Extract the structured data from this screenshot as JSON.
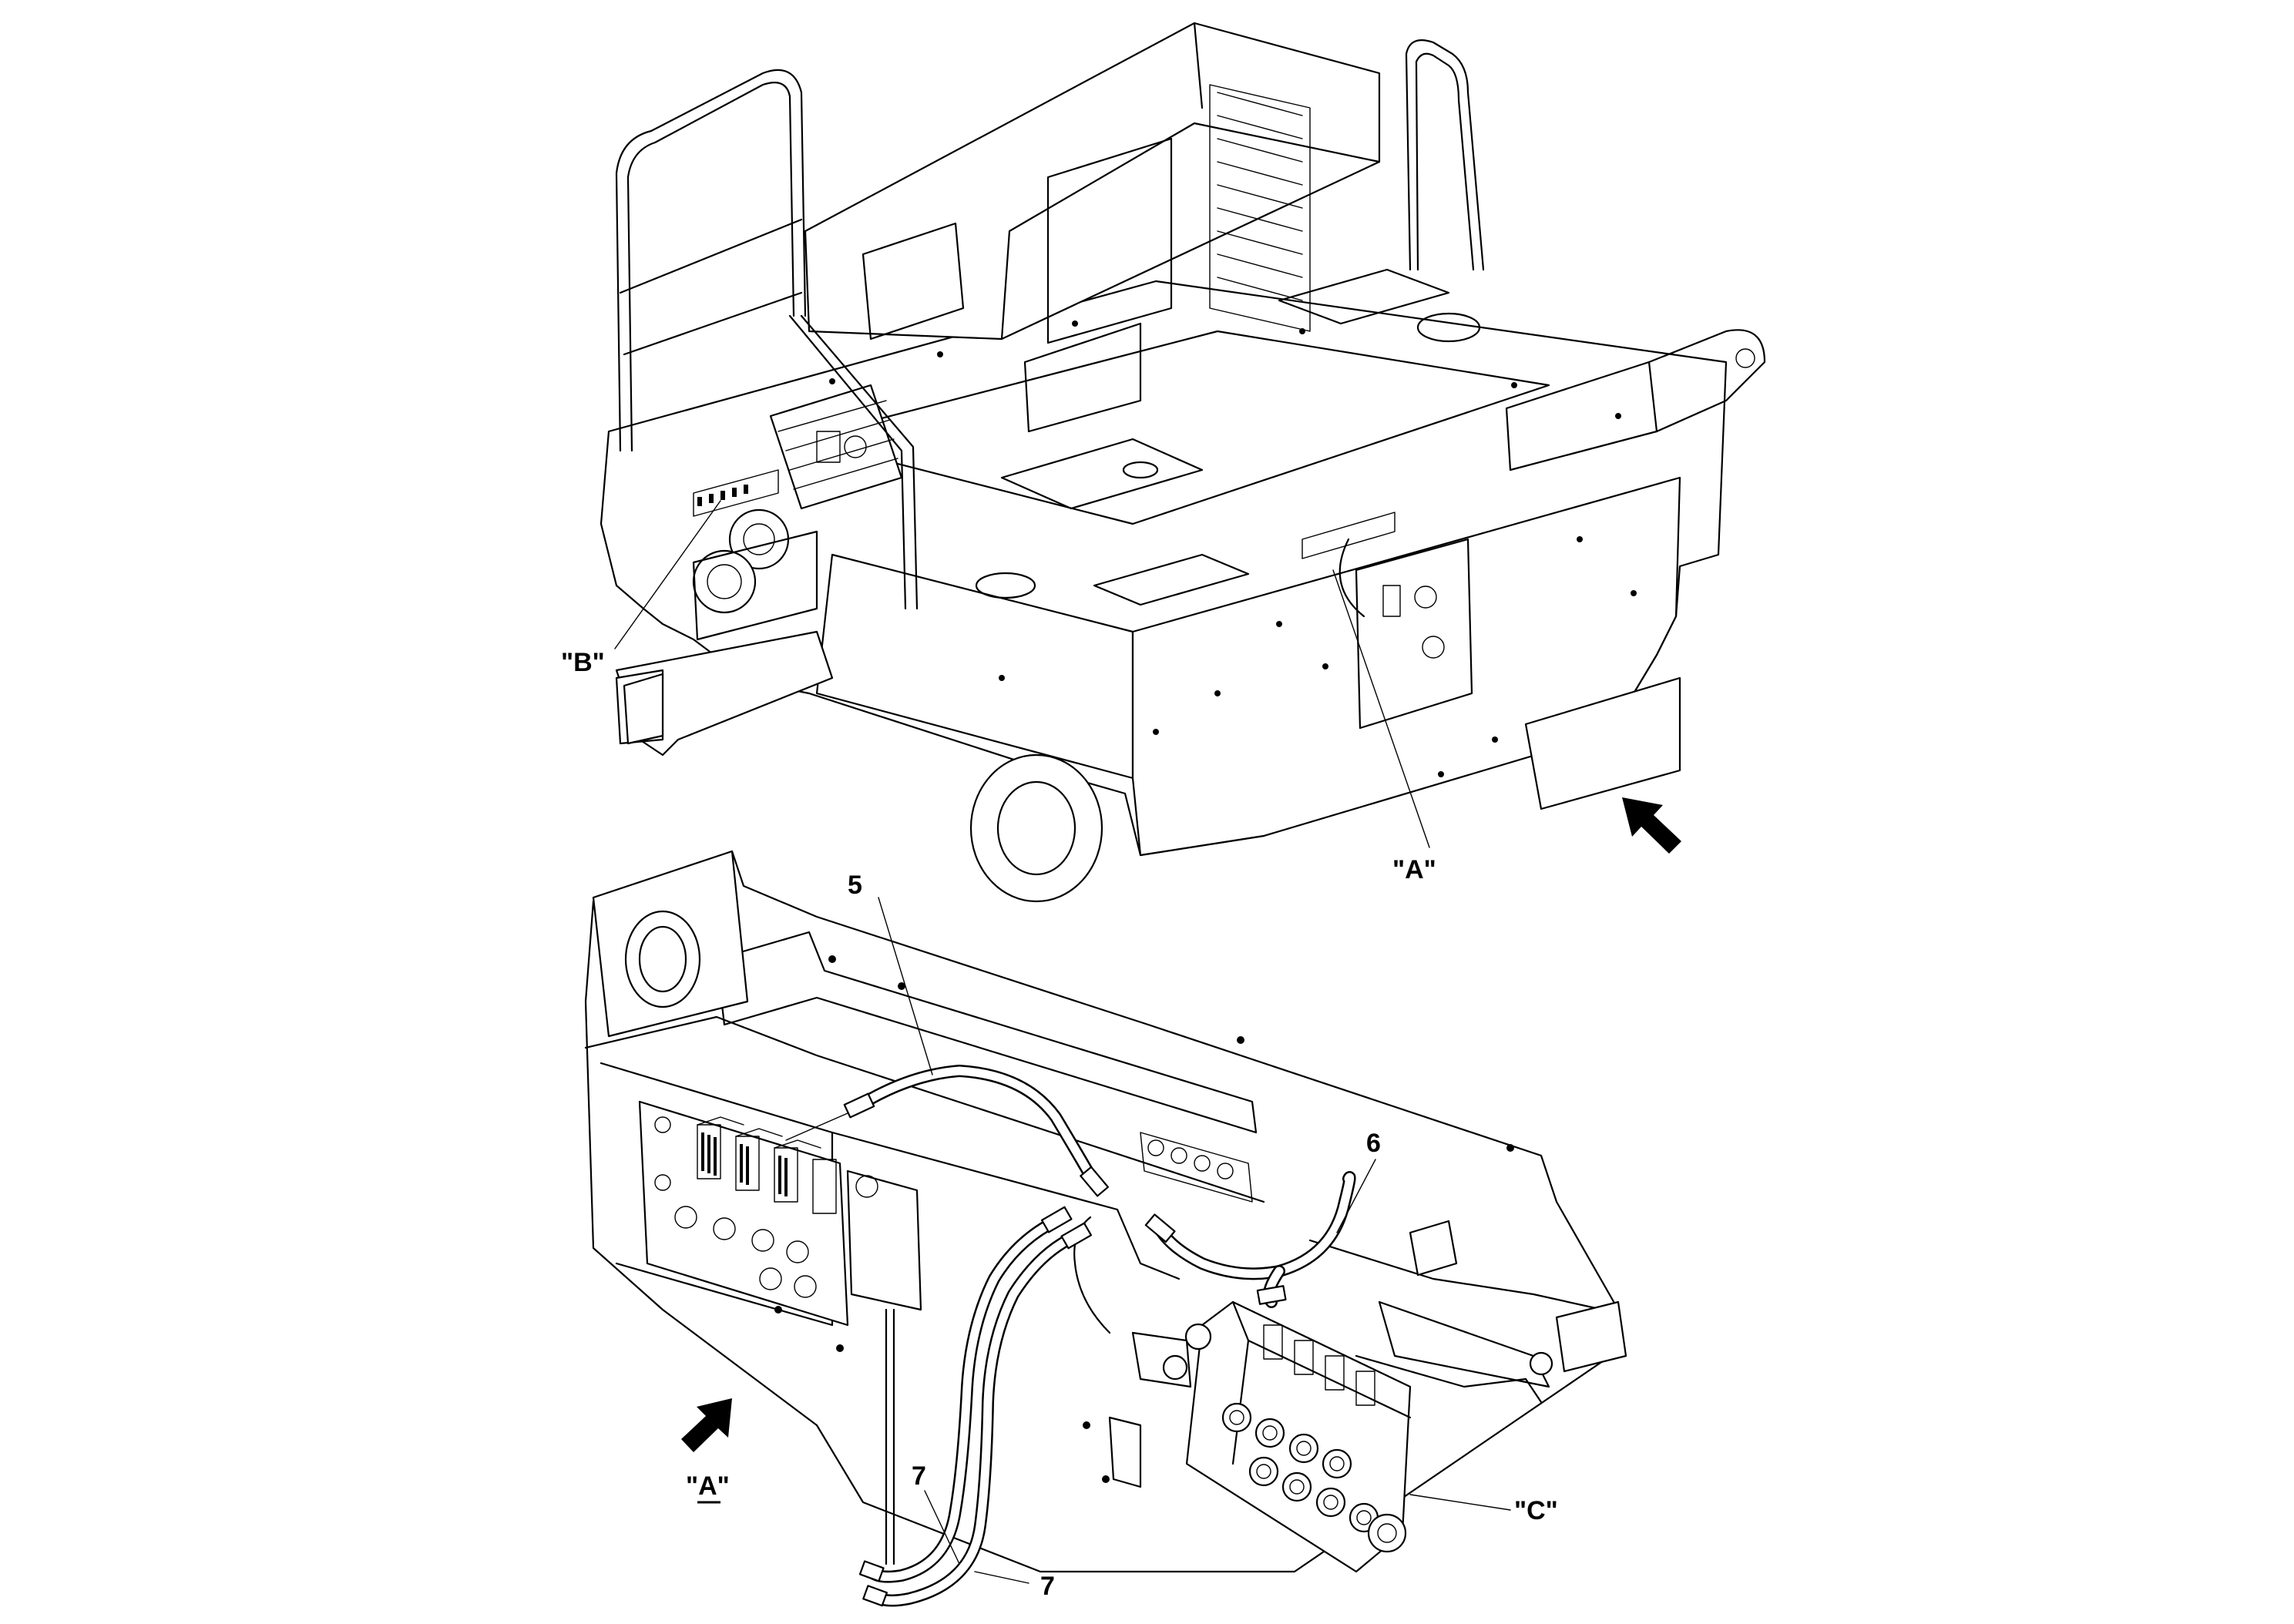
{
  "labels": {
    "A_top": "\"A\"",
    "B": "\"B\"",
    "C": "\"C\"",
    "A_view": "\"A\"",
    "item5": "5",
    "item6": "6",
    "item7a": "7",
    "item7b": "7"
  },
  "icons": {
    "view_arrow_top": "view-direction-arrow",
    "view_arrow_bottom": "view-direction-arrow"
  }
}
